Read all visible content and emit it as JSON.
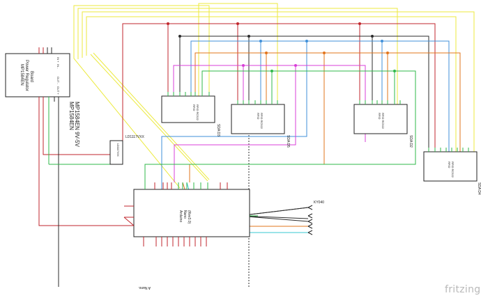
{
  "colors": {
    "red": "#c0262c",
    "yellow": "#ecea3e",
    "black": "#2b2b2b",
    "blue": "#3f8fd9",
    "orange": "#e2741b",
    "magenta": "#d83fd8",
    "green": "#2fb84a",
    "cyan": "#37c9d0",
    "border": "#222222"
  },
  "components": {
    "power_board_title": "MP1584EN",
    "power_board_subtitle": "Power Regulator",
    "power_board_subtitle2": "Board",
    "power_board_label": "MP1584EN 9V-5V",
    "power_board_label2": "MP1584EN",
    "pin_in_plus": "IN +",
    "pin_in_minus": "IN -",
    "pin_out_plus": "OUT +",
    "pin_out_minus": "OUT -",
    "ldo_label": "LD1117VXX",
    "ldo_part": "LD1117VXX",
    "arduino_name": "Arduino",
    "arduino_model": "Nano",
    "arduino_rev": "(Rev3.0)",
    "nano_caption": "A Nano.",
    "rfid_part": "RFID RC522",
    "rfid_short": "RFID",
    "sda_d3": "SDA D3",
    "sda_d5": "SDA D5",
    "sda_d2": "SDA D2",
    "sda_d4": "SDA D4",
    "encoder_label": "KY040"
  },
  "branding": {
    "fritzing": "fritzing"
  }
}
